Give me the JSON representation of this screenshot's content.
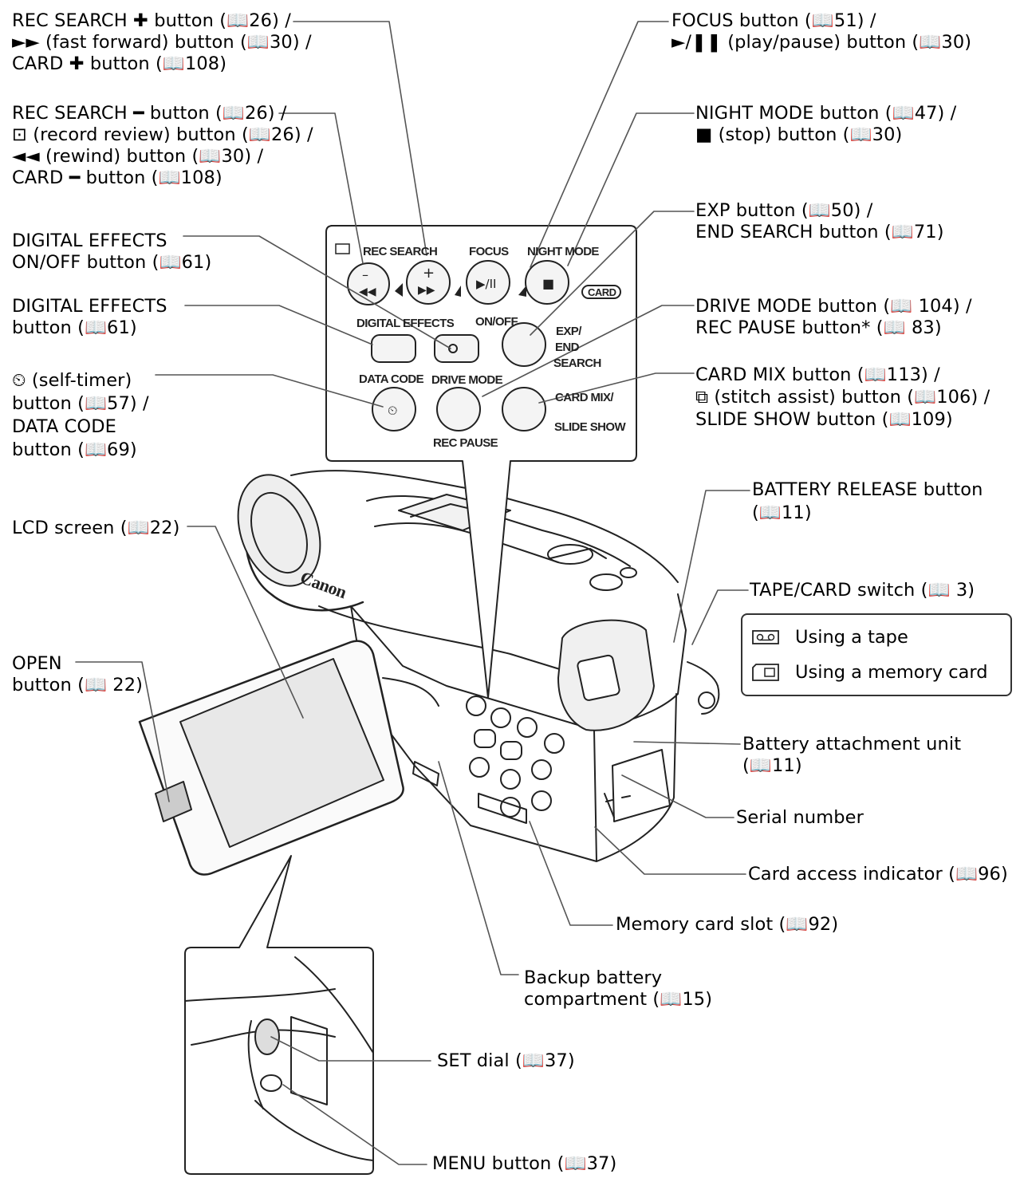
{
  "callouts": {
    "rec_search_plus": [
      "REC SEARCH ✚ button (📖26) /",
      "►► (fast forward) button (📖30) /",
      "CARD ✚ button (📖108)"
    ],
    "rec_search_minus": [
      "REC SEARCH ━ button (📖26) /",
      "⊡ (record review) button (📖26) /",
      "◄◄ (rewind) button (📖30) /",
      "CARD ━ button (📖108)"
    ],
    "digital_effects_onoff": [
      "DIGITAL EFFECTS",
      "ON/OFF button (📖61)"
    ],
    "digital_effects": [
      "DIGITAL EFFECTS",
      "button (📖61)"
    ],
    "self_timer": [
      "⏲ (self-timer)",
      "button (📖57) /",
      "DATA CODE",
      "button (📖69)"
    ],
    "lcd_screen": [
      "LCD screen (📖22)"
    ],
    "open_button": [
      "OPEN",
      "button (📖 22)"
    ],
    "focus": [
      "FOCUS button (📖51) /",
      "►/❚❚ (play/pause) button (📖30)"
    ],
    "night_mode": [
      "NIGHT MODE button (📖47) /",
      "■ (stop) button (📖30)"
    ],
    "exp": [
      "EXP button (📖50) /",
      "END SEARCH button (📖71)"
    ],
    "drive_mode": [
      "DRIVE MODE button (📖 104) /",
      "REC PAUSE button* (📖 83)"
    ],
    "card_mix": [
      "CARD MIX button (📖113) /",
      "⧉ (stitch assist) button (📖106) /",
      "SLIDE SHOW button (📖109)"
    ],
    "battery_release": [
      "BATTERY RELEASE button",
      "(📖11)"
    ],
    "tape_card_switch": [
      "TAPE/CARD switch (📖 3)"
    ],
    "battery_unit": [
      "Battery attachment unit",
      "(📖11)"
    ],
    "serial_number": [
      "Serial number"
    ],
    "card_access": [
      "Card access indicator (📖96)"
    ],
    "memory_card_slot": [
      "Memory card slot (📖92)"
    ],
    "backup_battery": [
      "Backup battery",
      "compartment (📖15)"
    ],
    "set_dial": [
      "SET dial (📖37)"
    ],
    "menu_button": [
      "MENU button (📖37)"
    ]
  },
  "legend": {
    "tape": "Using a tape",
    "card": "Using a memory card"
  },
  "panel": {
    "rec_search": "REC SEARCH",
    "focus": "FOCUS",
    "night_mode": "NIGHT MODE",
    "card": "CARD",
    "digital_effects": "DIGITAL EFFECTS",
    "on_off": "ON/OFF",
    "exp": "EXP/",
    "end": "END",
    "search": "SEARCH",
    "data_code": "DATA CODE",
    "drive_mode": "DRIVE MODE",
    "rec_pause": "REC PAUSE",
    "card_mix": "CARD MIX/",
    "slide_show": "SLIDE SHOW"
  },
  "camera": {
    "brand": "Canon"
  }
}
